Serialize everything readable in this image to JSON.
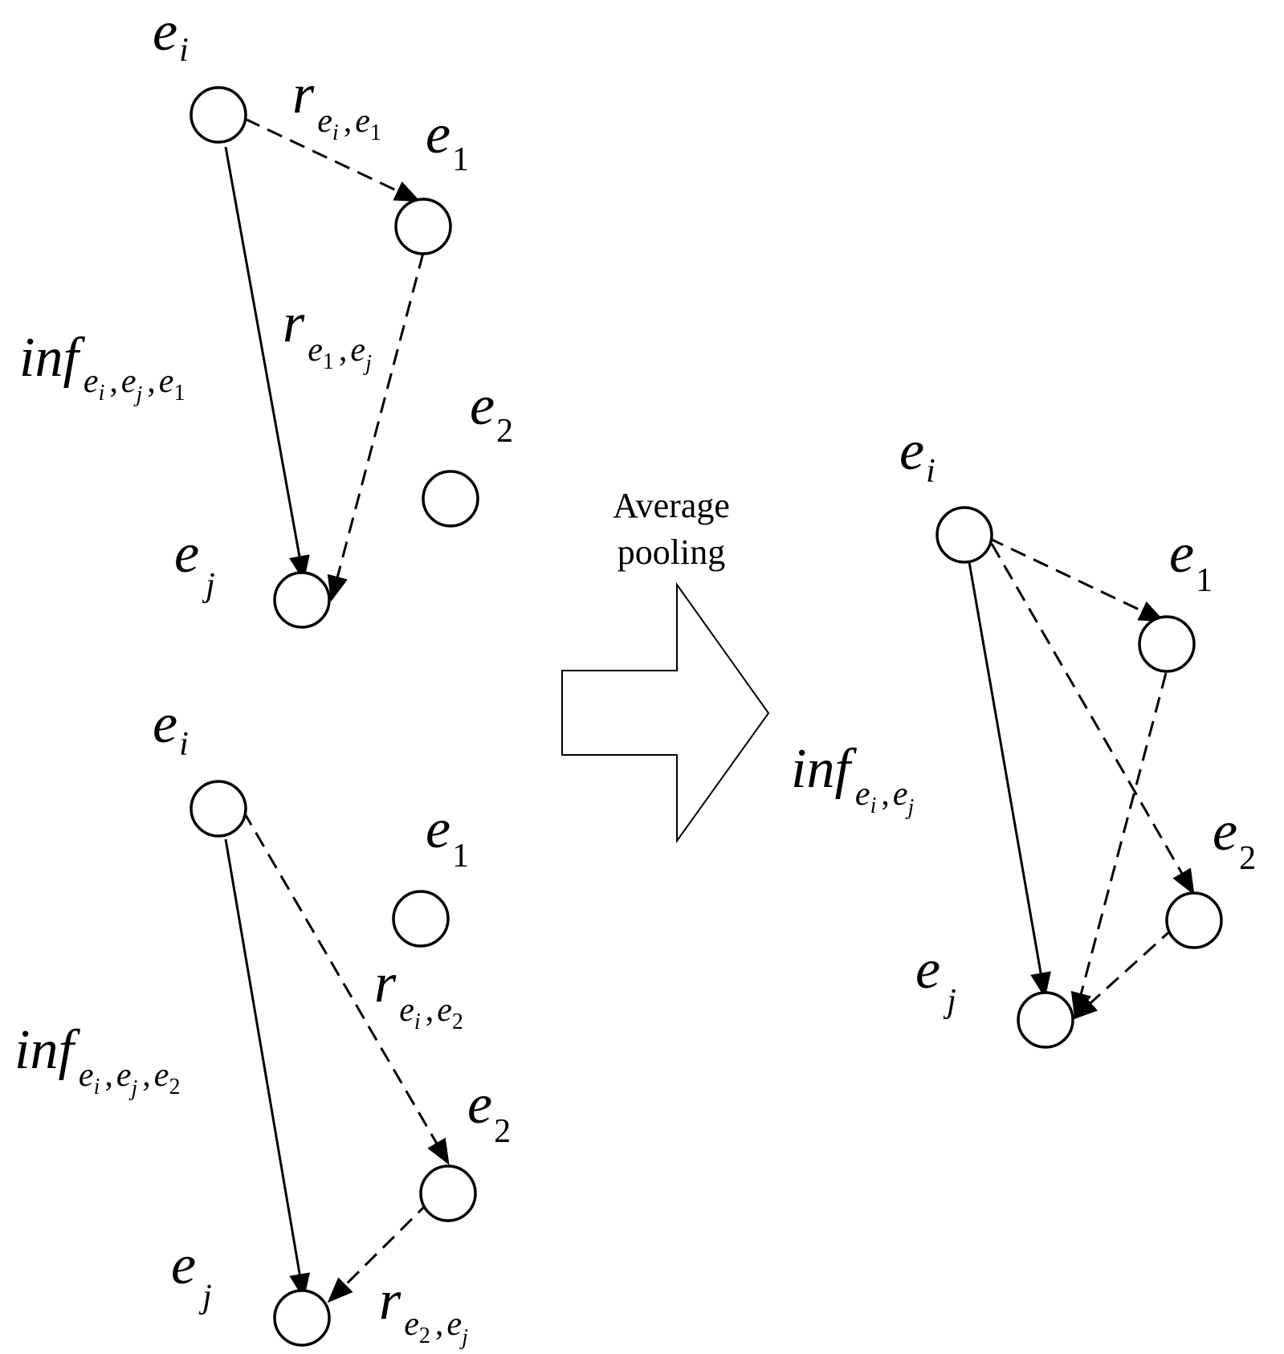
{
  "symbols": {
    "e": "e",
    "r": "r",
    "inf": "inf",
    "i": "i",
    "j": "j",
    "one": "1",
    "two": "2",
    "comma": ","
  },
  "transition": {
    "line1": "Average",
    "line2": "pooling"
  }
}
